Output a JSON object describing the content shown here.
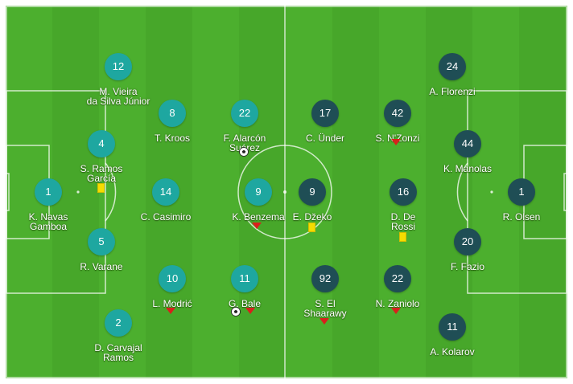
{
  "colors": {
    "pitch_light": "#4caf2e",
    "pitch_dark": "#47a72a",
    "home_team": "#1ea7a0",
    "away_team": "#1f4e55",
    "yellow_card": "#f5dc00",
    "sub_arrow": "#d8201c"
  },
  "home": {
    "players": [
      {
        "number": "1",
        "name": "K. Navas\nGamboa"
      },
      {
        "number": "12",
        "name": "M. Vieira\nda Silva Júnior"
      },
      {
        "number": "4",
        "name": "S. Ramos\nGarcía"
      },
      {
        "number": "5",
        "name": "R. Varane"
      },
      {
        "number": "2",
        "name": "D. Carvajal\nRamos"
      },
      {
        "number": "8",
        "name": "T. Kroos"
      },
      {
        "number": "14",
        "name": "C. Casimiro"
      },
      {
        "number": "10",
        "name": "L. Modrić"
      },
      {
        "number": "22",
        "name": "F. Alarcón\nSuárez"
      },
      {
        "number": "9",
        "name": "K. Benzema"
      },
      {
        "number": "11",
        "name": "G. Bale"
      }
    ]
  },
  "away": {
    "players": [
      {
        "number": "1",
        "name": "R. Olsen"
      },
      {
        "number": "24",
        "name": "A. Florenzi"
      },
      {
        "number": "44",
        "name": "K. Manolas"
      },
      {
        "number": "20",
        "name": "F. Fazio"
      },
      {
        "number": "11",
        "name": "A. Kolarov"
      },
      {
        "number": "42",
        "name": "S. N'Zonzi"
      },
      {
        "number": "16",
        "name": "D. De\nRossi"
      },
      {
        "number": "22",
        "name": "N. Zaniolo"
      },
      {
        "number": "17",
        "name": "C. Ünder"
      },
      {
        "number": "9",
        "name": "E. Džeko"
      },
      {
        "number": "92",
        "name": "S. El\nShaarawy"
      }
    ]
  },
  "events": {
    "yellow_cards": [
      "S. Ramos García",
      "E. Džeko",
      "D. De Rossi"
    ],
    "goals": [
      "F. Alarcón Suárez",
      "G. Bale"
    ],
    "substituted_off": [
      "S. N'Zonzi",
      "K. Benzema",
      "L. Modrić",
      "G. Bale",
      "S. El Shaarawy",
      "N. Zaniolo"
    ]
  }
}
